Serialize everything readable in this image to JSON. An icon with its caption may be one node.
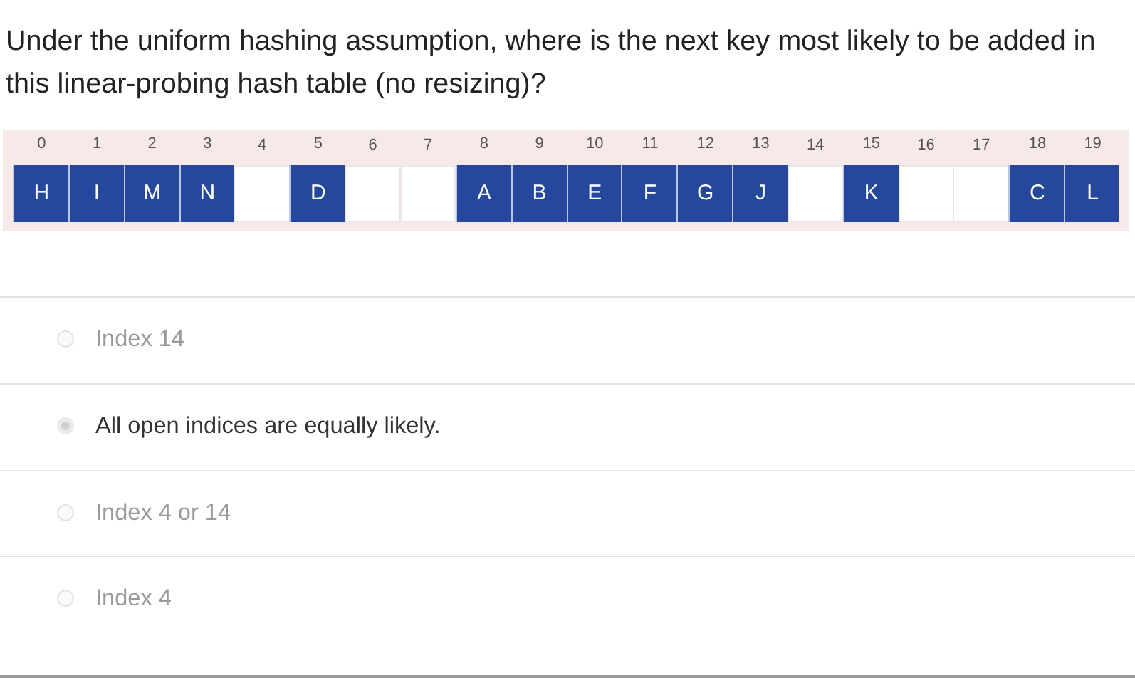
{
  "diagram": {
    "title": "Under the uniform hashing assumption, where is the next key most likely to be added in this linear-probing hash table (no resizing)?",
    "nodes": [
      {
        "text": [],
        "shape": "box"
      },
      {
        "text": [
          "H"
        ],
        "in": 0,
        "beside": [
          "0"
        ]
      },
      {
        "text": [
          "I"
        ],
        "in": 0,
        "beside": [
          "1"
        ]
      },
      {
        "text": [
          "M"
        ],
        "in": 0,
        "beside": [
          "2"
        ]
      },
      {
        "text": [
          "N"
        ],
        "in": 0,
        "beside": [
          "3"
        ]
      },
      {
        "text": [],
        "shape": "box",
        "in": 0,
        "beside": [
          "4"
        ]
      },
      {
        "text": [
          "D"
        ],
        "in": 0,
        "beside": [
          "5"
        ]
      },
      {
        "text": [],
        "shape": "box",
        "in": 0,
        "beside": [
          "6"
        ]
      },
      {
        "text": [],
        "shape": "box",
        "in": 0,
        "beside": [
          "7"
        ]
      },
      {
        "text": [
          "A"
        ],
        "in": 0,
        "beside": [
          "8"
        ]
      },
      {
        "text": [
          "B"
        ],
        "in": 0,
        "beside": [
          "9"
        ]
      },
      {
        "text": [
          "E"
        ],
        "in": 0,
        "beside": [
          "10"
        ]
      },
      {
        "text": [
          "F"
        ],
        "in": 0,
        "beside": [
          "11"
        ]
      },
      {
        "text": [
          "G"
        ],
        "in": 0,
        "beside": [
          "12"
        ]
      },
      {
        "text": [
          "J"
        ],
        "in": 0,
        "beside": [
          "13"
        ]
      },
      {
        "text": [],
        "shape": "box",
        "in": 0,
        "beside": [
          "14"
        ]
      },
      {
        "text": [
          "K"
        ],
        "in": 0,
        "beside": [
          "15"
        ]
      },
      {
        "text": [],
        "shape": "box",
        "in": 0,
        "beside": [
          "16"
        ]
      },
      {
        "text": [],
        "shape": "box",
        "in": 0,
        "beside": [
          "17"
        ]
      },
      {
        "text": [
          "C"
        ],
        "in": 0,
        "beside": [
          "18"
        ]
      },
      {
        "text": [
          "L"
        ],
        "in": 0,
        "beside": [
          "19"
        ]
      }
    ],
    "labels": [
      "Index 14",
      "All open indices are equally likely.",
      "Index 4 or 14",
      "Index 4"
    ]
  }
}
